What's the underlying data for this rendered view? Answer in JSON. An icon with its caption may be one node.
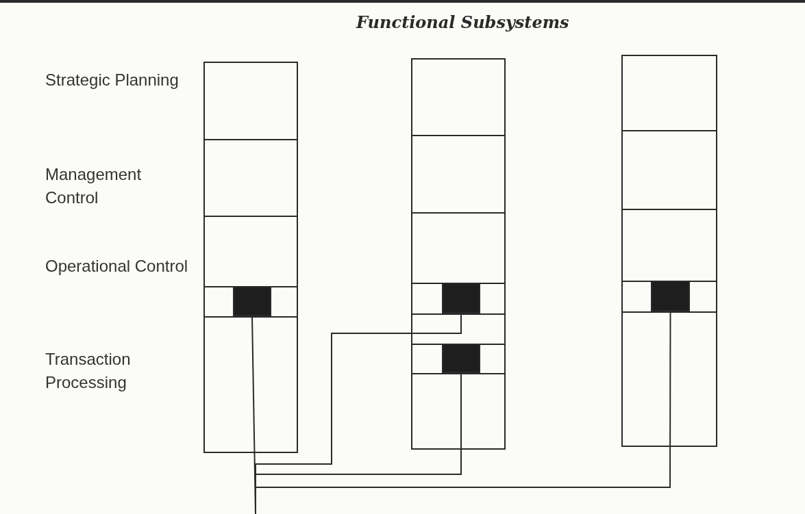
{
  "diagram": {
    "title": "Functional Subsystems",
    "nodes": [
      {
        "text": [],
        "shape": "box"
      },
      {
        "text": [],
        "shape": "box",
        "in": 0
      },
      {
        "text": [],
        "shape": "box"
      },
      {
        "text": [],
        "shape": "box",
        "in": 2
      },
      {
        "text": [],
        "shape": "box",
        "in": 2
      },
      {
        "text": [],
        "shape": "box"
      },
      {
        "text": [],
        "shape": "box",
        "in": 5
      }
    ],
    "edges": [
      {
        "from": 1,
        "to": null,
        "arrow": "none"
      },
      {
        "from": 3,
        "to": null,
        "arrow": "none"
      },
      {
        "from": 4,
        "to": null,
        "arrow": "none"
      },
      {
        "from": 6,
        "to": null,
        "arrow": "none"
      }
    ],
    "labels": [
      "Strategic Planning",
      "Management Control",
      "Operational Control",
      "Transaction Processing"
    ]
  }
}
